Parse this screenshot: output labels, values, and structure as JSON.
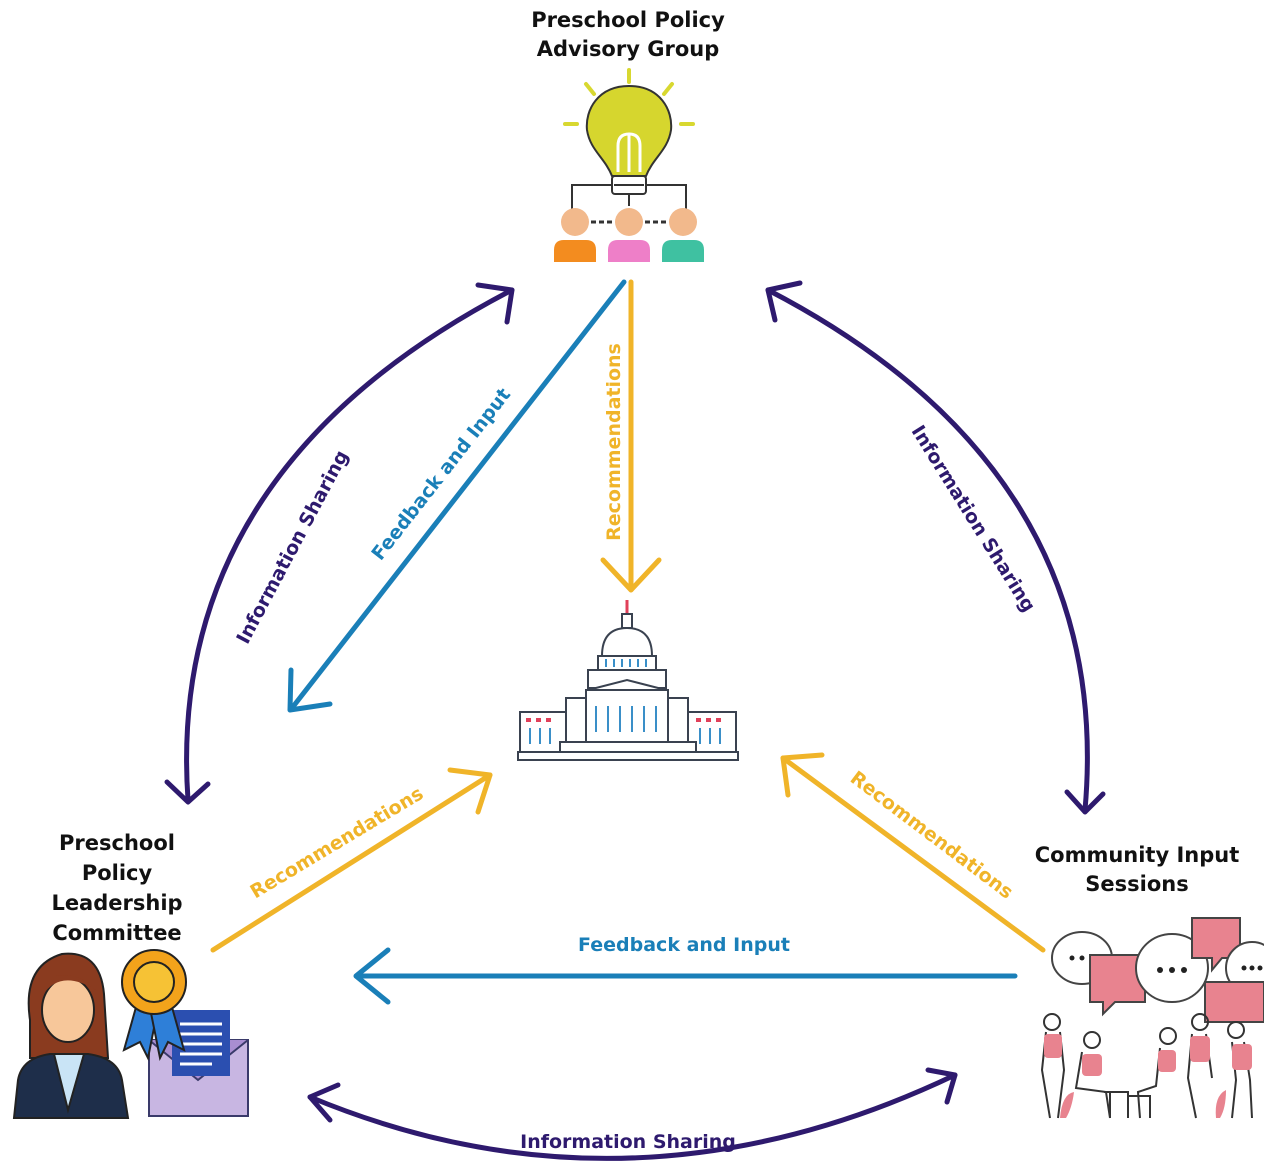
{
  "nodes": {
    "advisory": {
      "title_line1": "Preschool Policy",
      "title_line2": "Advisory Group"
    },
    "leadership": {
      "title_line1": "Preschool",
      "title_line2": "Policy",
      "title_line3": "Leadership",
      "title_line4": "Committee"
    },
    "community": {
      "title_line1": "Community Input",
      "title_line2": "Sessions"
    }
  },
  "edges": {
    "info_left": "Information Sharing",
    "info_right": "Information Sharing",
    "info_bottom": "Information Sharing",
    "feedback_diag": "Feedback and Input",
    "feedback_horiz": "Feedback and Input",
    "rec_top": "Recommendations",
    "rec_left": "Recommendations",
    "rec_right": "Recommendations"
  },
  "icons": {
    "advisory": "lightbulb-people-icon",
    "center": "capitol-building-icon",
    "leadership": "businesswoman-award-icon",
    "community": "people-speech-bubbles-icon"
  },
  "colors": {
    "information_sharing": "#2E1A6E",
    "feedback_and_input": "#1A7FB8",
    "recommendations": "#F0B429"
  }
}
